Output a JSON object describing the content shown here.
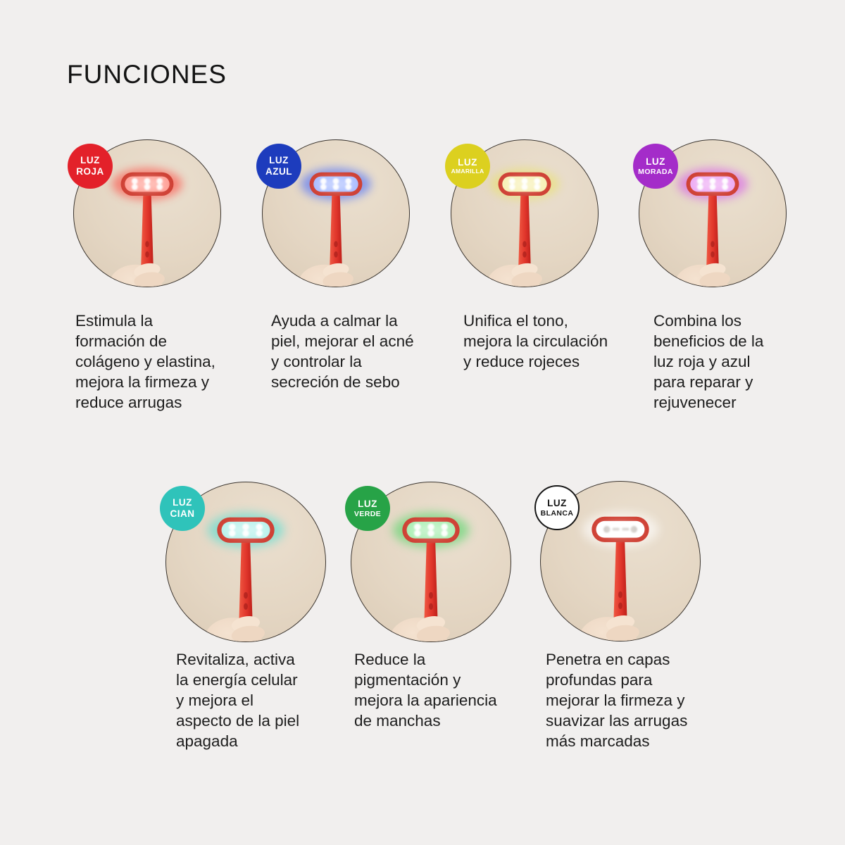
{
  "page": {
    "title": "FUNCIONES",
    "background_color": "#f1efee",
    "text_color": "#1d1d1d"
  },
  "photo": {
    "circle_background": "#e5d8c6",
    "circle_border": "#3a342e",
    "device_color": "#e0352b",
    "device_color_light": "#f05a43",
    "device_color_dark": "#bc1f19",
    "skin_color": "#f4e2d0",
    "skin_color_shade": "#e9d0ba"
  },
  "features": [
    {
      "badge": {
        "line1": "LUZ",
        "line2": "ROJA",
        "color": "#e3212a",
        "text_color": "#ffffff",
        "border_color": "transparent"
      },
      "led": {
        "glow": "#ff4038",
        "fill": "#ff9e94"
      },
      "description": "Estimula la formación de colágeno y elastina, mejora la firmeza y reduce arrugas",
      "lines": [
        "Estimula la",
        "formación de",
        "colágeno y elastina,",
        "mejora la firmeza y",
        "reduce arrugas"
      ]
    },
    {
      "badge": {
        "line1": "LUZ",
        "line2": "AZUL",
        "color": "#1d3cbd",
        "text_color": "#ffffff",
        "border_color": "transparent"
      },
      "led": {
        "glow": "#3e63ff",
        "fill": "#a9bcff"
      },
      "description": "Ayuda a calmar la piel, mejorar el acné y controlar la secreción de sebo",
      "lines": [
        "Ayuda a calmar la",
        "piel, mejorar el acné",
        "y controlar la",
        "secreción de sebo"
      ]
    },
    {
      "badge": {
        "line1": "LUZ",
        "line2": "AMARILLA",
        "color": "#dcd01f",
        "text_color": "#ffffff",
        "border_color": "transparent"
      },
      "led": {
        "glow": "#e9e169",
        "fill": "#f7f0b4"
      },
      "description": "Unifica el tono, mejora la circulación y reduce rojeces",
      "lines": [
        "Unifica el tono,",
        "mejora la circulación",
        "y reduce rojeces"
      ]
    },
    {
      "badge": {
        "line1": "LUZ",
        "line2": "MORADA",
        "color": "#a42cc9",
        "text_color": "#ffffff",
        "border_color": "transparent"
      },
      "led": {
        "glow": "#d653ea",
        "fill": "#edaaf4"
      },
      "description": "Combina los beneficios de la luz roja y azul para reparar y rejuvenecer",
      "lines": [
        "Combina los",
        "beneficios de la",
        "luz roja y azul",
        "para reparar y",
        "rejuvenecer"
      ]
    },
    {
      "badge": {
        "line1": "LUZ",
        "line2": "CIAN",
        "color": "#2fc3ba",
        "text_color": "#ffffff",
        "border_color": "transparent"
      },
      "led": {
        "glow": "#46ded3",
        "fill": "#b8f2ec"
      },
      "description": "Revitaliza, activa la energía celular y mejora el aspecto de la piel apagada",
      "lines": [
        "Revitaliza, activa",
        "la energía celular",
        "y mejora el",
        "aspecto de la piel",
        "apagada"
      ]
    },
    {
      "badge": {
        "line1": "LUZ",
        "line2": "VERDE",
        "color": "#27a347",
        "text_color": "#ffffff",
        "border_color": "transparent"
      },
      "led": {
        "glow": "#44d45f",
        "fill": "#abefb4"
      },
      "description": "Reduce la pigmentación y mejora la apariencia de manchas",
      "lines": [
        "Reduce la",
        "pigmentación y",
        "mejora la apariencia",
        "de manchas"
      ]
    },
    {
      "badge": {
        "line1": "LUZ",
        "line2": "BLANCA",
        "color": "#ffffff",
        "text_color": "#161616",
        "border_color": "#161616"
      },
      "led": {
        "glow": "#ffffff",
        "fill": "#ffffff"
      },
      "description": "Penetra en capas profundas para mejorar la firmeza y suavizar las arrugas más marcadas",
      "lines": [
        "Penetra en capas",
        "profundas para",
        "mejorar la firmeza y",
        "suavizar las arrugas",
        "más marcadas"
      ]
    }
  ]
}
